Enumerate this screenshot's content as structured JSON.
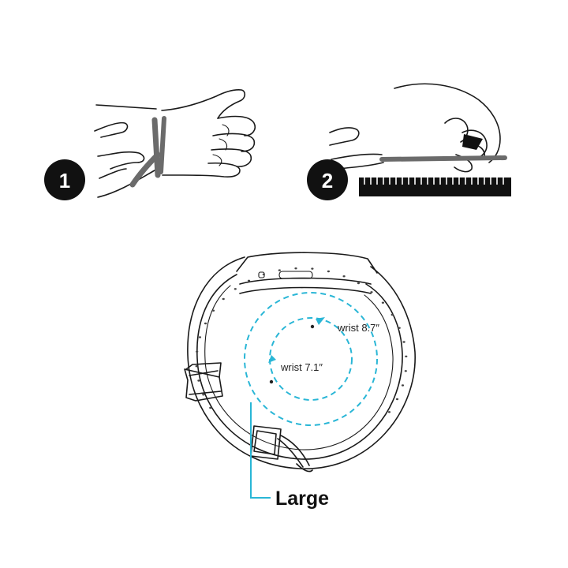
{
  "steps": [
    {
      "badge": "1"
    },
    {
      "badge": "2"
    }
  ],
  "band_diagram": {
    "inner_wrist_label": "wrist 7.1″",
    "outer_wrist_label": "wrist 8.7″",
    "size_label": "Large"
  },
  "colors": {
    "ink": "#1a1a1a",
    "strap": "#6b6b6b",
    "badge_fill": "#111111",
    "dashed_circle": "#29b6d6",
    "callout_line": "#29b6d6"
  },
  "icons": [
    "hand-wrapping-strap-illustration",
    "hand-measuring-ruler-illustration",
    "fitness-band-illustration"
  ]
}
